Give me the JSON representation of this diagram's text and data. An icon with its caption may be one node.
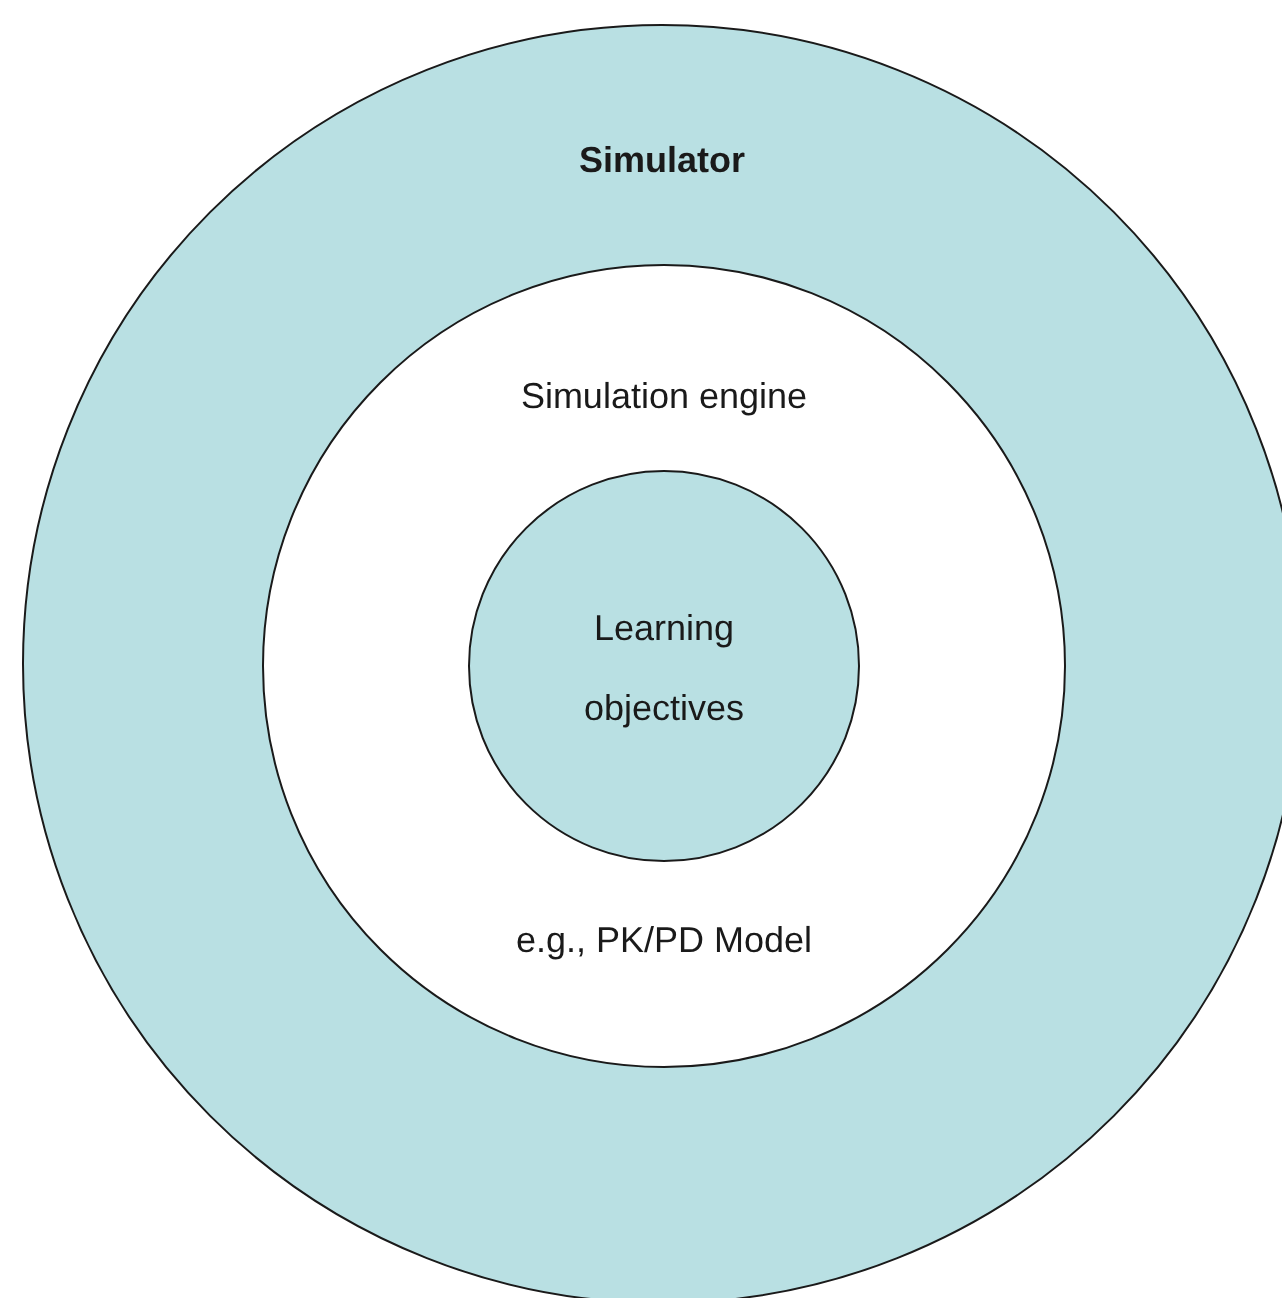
{
  "diagram": {
    "nodes": [
      {
        "text": [
          "Simulator"
        ]
      },
      {
        "text": [
          "Simulation engine",
          "e.g., PK/PD Model"
        ],
        "in": 0
      },
      {
        "text": [
          "Learning objectives"
        ],
        "in": 1
      }
    ]
  }
}
